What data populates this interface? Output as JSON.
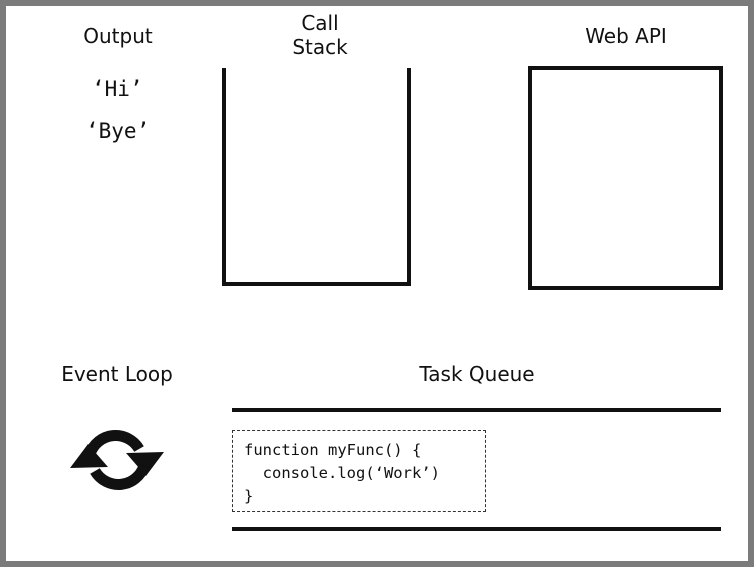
{
  "output": {
    "title": "Output",
    "items": [
      "‘Hi’",
      "‘Bye’"
    ]
  },
  "call_stack": {
    "title_line1": "Call",
    "title_line2": "Stack"
  },
  "web_api": {
    "title": "Web API"
  },
  "event_loop": {
    "title": "Event Loop",
    "icon": "refresh-arrows-icon"
  },
  "task_queue": {
    "title": "Task Queue",
    "task": {
      "lines": [
        "function myFunc() {",
        "  console.log(‘Work’)",
        "}"
      ]
    }
  },
  "colors": {
    "ink": "#111111",
    "frame": "#7b7b7b",
    "background": "#ffffff"
  }
}
